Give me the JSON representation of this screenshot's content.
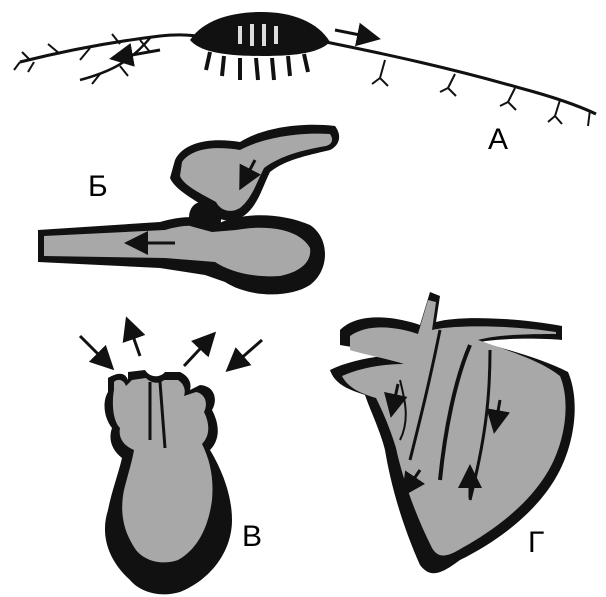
{
  "labels": {
    "a": "А",
    "b": "Б",
    "v": "В",
    "g": "Г"
  },
  "colors": {
    "fill": "#a8a8a8",
    "outline": "#111111",
    "background": "#ffffff"
  }
}
